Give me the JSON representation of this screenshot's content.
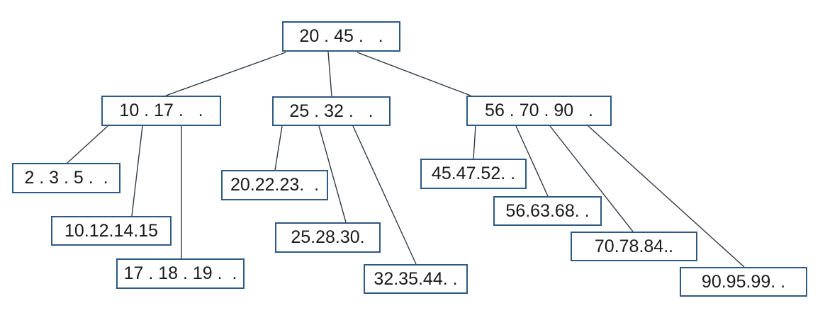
{
  "diagram_type": "b-tree",
  "colors": {
    "node_border": "#2e5984",
    "edge_line": "#333a45",
    "text": "#1a1a1a",
    "background": "#ffffff"
  },
  "tree": {
    "root": {
      "label": "20 . 45 .   .",
      "children": [
        {
          "label": "10 . 17 .   .",
          "children": [
            {
              "label": "2 . 3 . 5 .  ."
            },
            {
              "label": "10.12.14.15"
            },
            {
              "label": "17 . 18 . 19 .  ."
            }
          ]
        },
        {
          "label": "25 . 32 .   .",
          "children": [
            {
              "label": "20.22.23.  ."
            },
            {
              "label": "25.28.30."
            },
            {
              "label": "32.35.44. ."
            }
          ]
        },
        {
          "label": "56 . 70 . 90   .",
          "children": [
            {
              "label": "45.47.52. ."
            },
            {
              "label": "56.63.68. ."
            },
            {
              "label": "70.78.84.."
            },
            {
              "label": "90.95.99. ."
            }
          ]
        }
      ]
    }
  }
}
